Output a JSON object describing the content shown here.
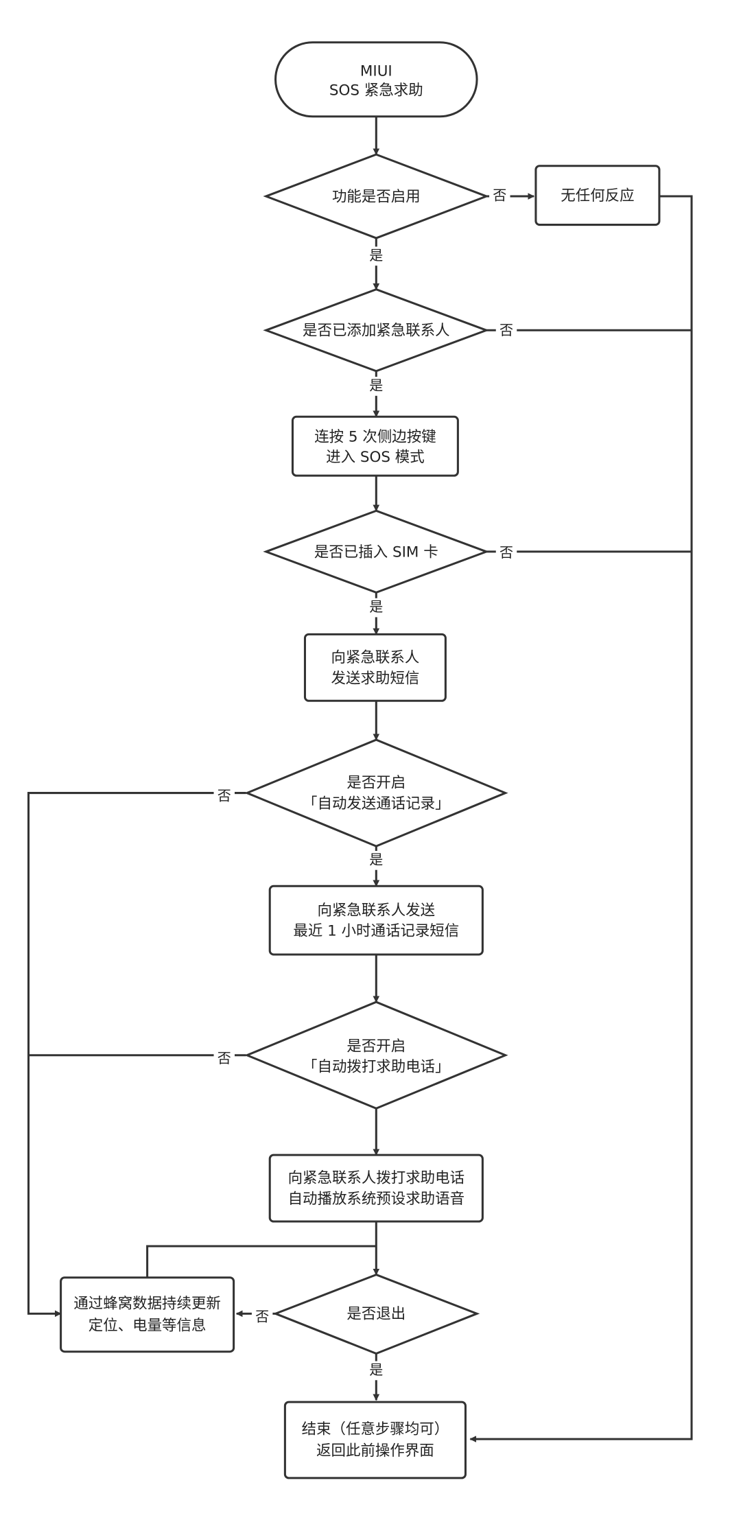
{
  "nodes": {
    "start": [
      "MIUI",
      "SOS 紧急求助"
    ],
    "q_enabled": [
      "功能是否启用"
    ],
    "no_response": [
      "无任何反应"
    ],
    "q_contact": [
      "是否已添加紧急联系人"
    ],
    "press5": [
      "连按 5 次侧边按键",
      "进入 SOS 模式"
    ],
    "q_sim": [
      "是否已插入 SIM 卡"
    ],
    "send_sms": [
      "向紧急联系人",
      "发送求助短信"
    ],
    "q_calllog": [
      "是否开启",
      "「自动发送通话记录」"
    ],
    "send_calllog": [
      "向紧急联系人发送",
      "最近 1 小时通话记录短信"
    ],
    "q_call": [
      "是否开启",
      "「自动拨打求助电话」"
    ],
    "dial": [
      "向紧急联系人拨打求助电话",
      "自动播放系统预设求助语音"
    ],
    "update": [
      "通过蜂窝数据持续更新",
      "定位、电量等信息"
    ],
    "q_exit": [
      "是否退出"
    ],
    "end": [
      "结束（任意步骤均可）",
      "返回此前操作界面"
    ]
  },
  "edges": {
    "yes": "是",
    "no": "否"
  }
}
